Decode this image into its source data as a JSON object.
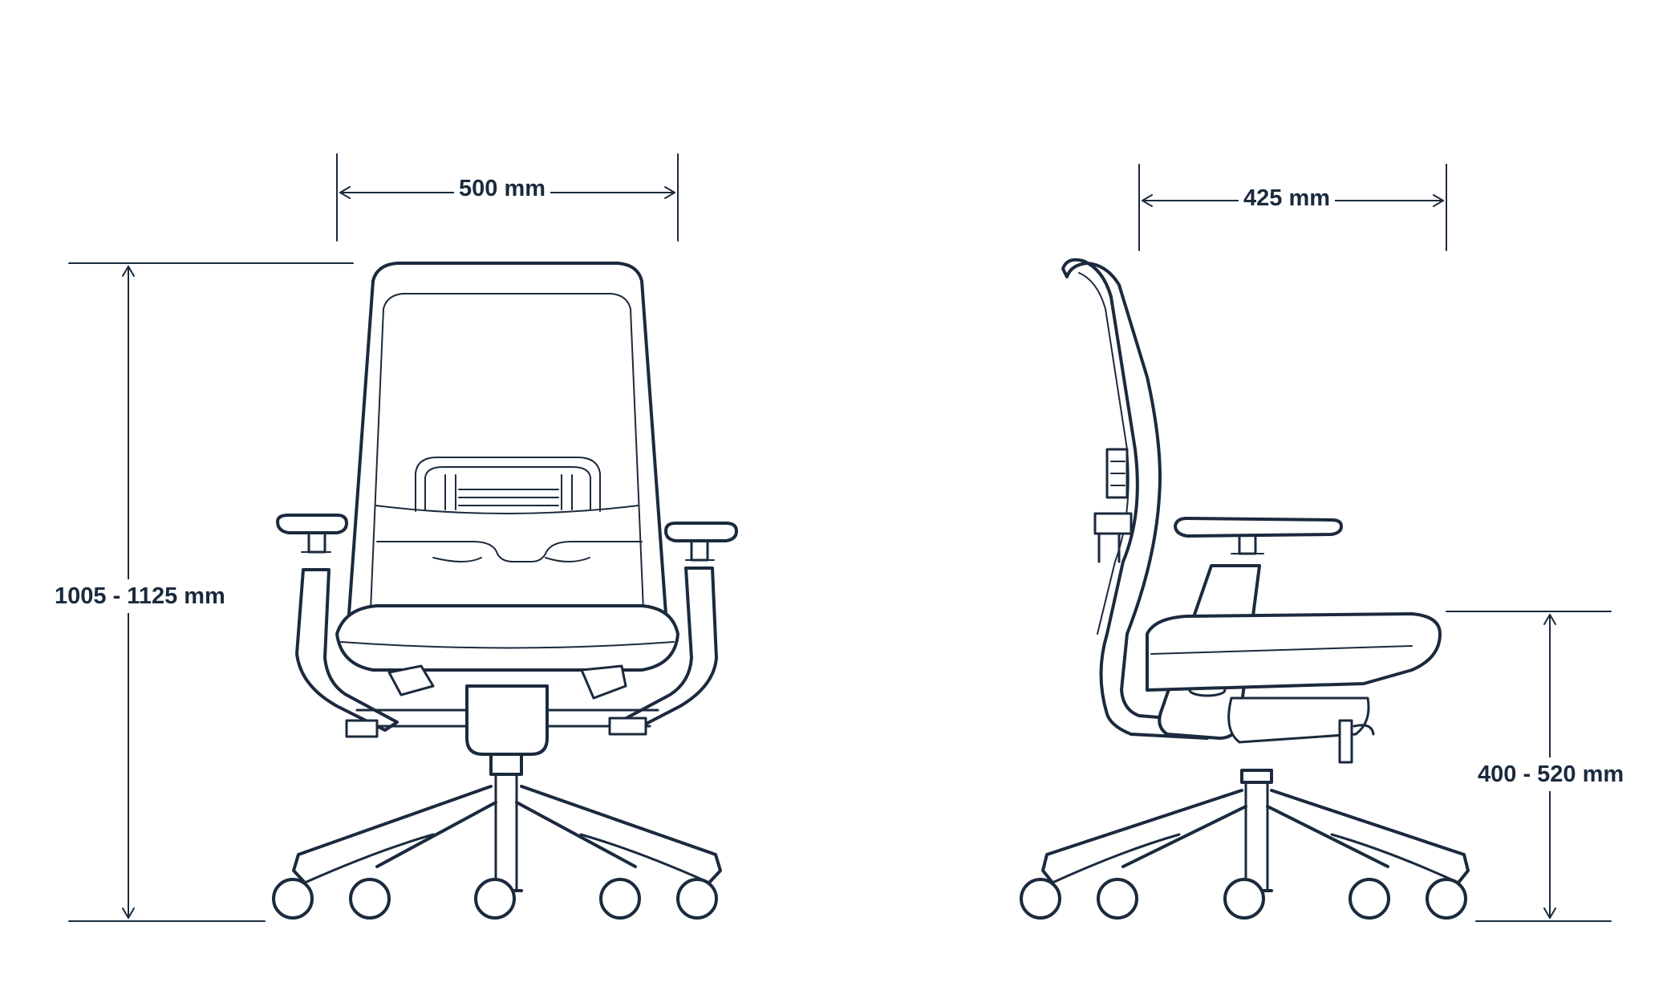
{
  "dimensions": {
    "front_width": "500 mm",
    "side_depth": "425 mm",
    "overall_height": "1005  - 1125 mm",
    "seat_height": "400 - 520 mm"
  },
  "colors": {
    "ink": "#1b2a3d",
    "background": "#ffffff"
  }
}
